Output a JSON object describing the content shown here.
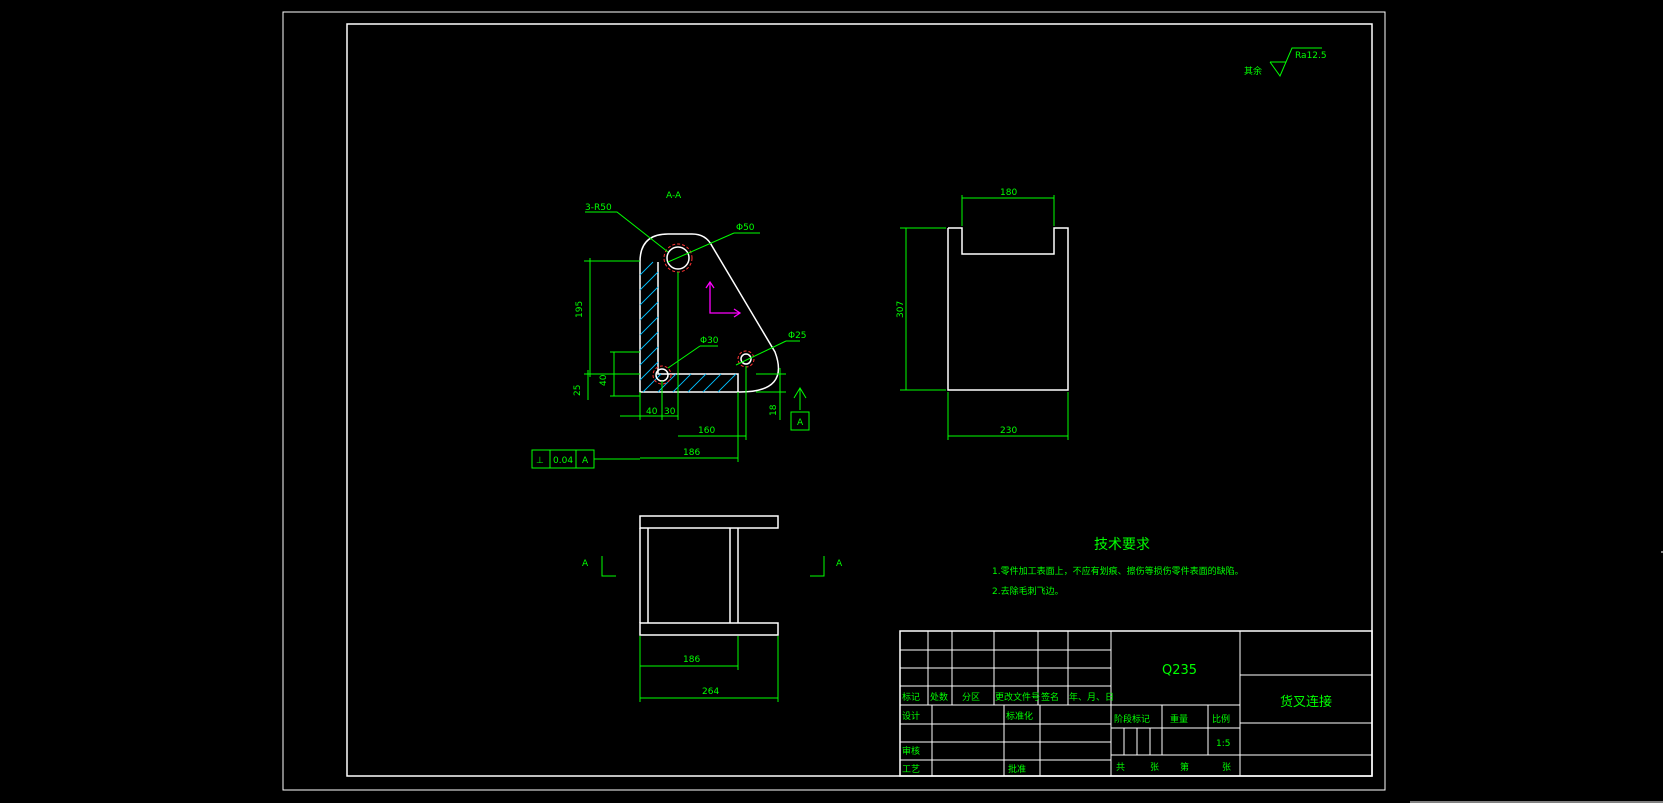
{
  "section_label": "A-A",
  "dims": {
    "holes_r": "3-R50",
    "phi50": "Φ50",
    "phi30": "Φ30",
    "phi25": "Φ25",
    "d195": "195",
    "d40v": "40",
    "d25": "25",
    "d40h": "40",
    "d30": "30",
    "d160": "160",
    "d18": "18",
    "d186": "186",
    "side_180": "180",
    "side_307": "307",
    "side_230": "230",
    "bottom_186": "186",
    "bottom_264": "264"
  },
  "datum": "A",
  "tolerance": {
    "symbol": "⊥",
    "value": "0.04",
    "ref": "A"
  },
  "section_marks": {
    "left": "A",
    "right": "A"
  },
  "roughness": {
    "prefix": "其余",
    "value": "Ra12.5"
  },
  "tech_req": {
    "title": "技术要求",
    "line1": "1.零件加工表面上，不应有划痕、擦伤等损伤零件表面的缺陷。",
    "line2": "2.去除毛刺飞边。"
  },
  "title_block": {
    "material": "Q235",
    "part_name": "货叉连接",
    "hdr_mark": "标记",
    "hdr_count": "处数",
    "hdr_zone": "分区",
    "hdr_doc": "更改文件号",
    "hdr_sign": "签名",
    "hdr_date": "年、月、日",
    "design": "设计",
    "standard": "标准化",
    "stage": "阶段标记",
    "weight": "重量",
    "scale_label": "比例",
    "scale_value": "1:5",
    "review": "审核",
    "process": "工艺",
    "approve": "批准",
    "sheets_total": "共",
    "sheets_unit1": "张",
    "sheet_no": "第",
    "sheets_unit2": "张"
  }
}
